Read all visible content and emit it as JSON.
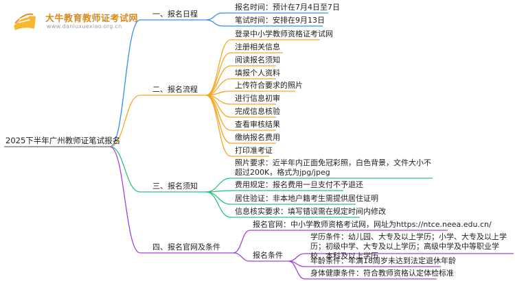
{
  "brand": {
    "title": "大牛教育教师证考试网",
    "url": "www.daniuxuexiao.org.cn"
  },
  "colors": {
    "blue": "#2d8cf0",
    "orange": "#f5a623",
    "green": "#24c47e",
    "purple": "#a040d8",
    "root_underline": "#6a6a6a"
  },
  "mindmap": {
    "root": "2025下半年广州教师证笔试报名",
    "branches": [
      {
        "label": "一、报名日程",
        "items": [
          "报名时间：预计在7月4日至7日",
          "笔试时间：安排在9月13日"
        ]
      },
      {
        "label": "二、报名流程",
        "items": [
          "登录中小学教师资格证考试网",
          "注册相关信息",
          "阅读报名须知",
          "填报个人资料",
          "上传符合要求的照片",
          "进行信息初审",
          "完成信息核验",
          "查看审核结果",
          "缴纳报名费用",
          "打印准考证"
        ]
      },
      {
        "label": "三、报名须知",
        "items": [
          "照片要求：近半年内正面免冠彩照，白色背景，文件大小不超过200K，格式为jpg/jpeg",
          "费用规定：报名费用一旦支付不予退还",
          "居住验证：非本地户籍考生需提供居住证明",
          "信息核实要求：填写错误需在规定时间内修改"
        ]
      },
      {
        "label": "四、报名官网及条件",
        "site": "报名官网：中小学教师资格考试网，网址为https://ntce.neea.edu.cn/",
        "conditions_label": "报名条件",
        "conditions": [
          "学历条件：幼儿园、大专及以上学历；小学、大专及以上学历；初级中学、大专及以上学历；高级中学及中等职业学校、本科及以上学历",
          "年龄条件：年满18周岁未达到法定退休年龄",
          "身体健康条件：符合教师资格认定体检标准"
        ]
      }
    ]
  }
}
